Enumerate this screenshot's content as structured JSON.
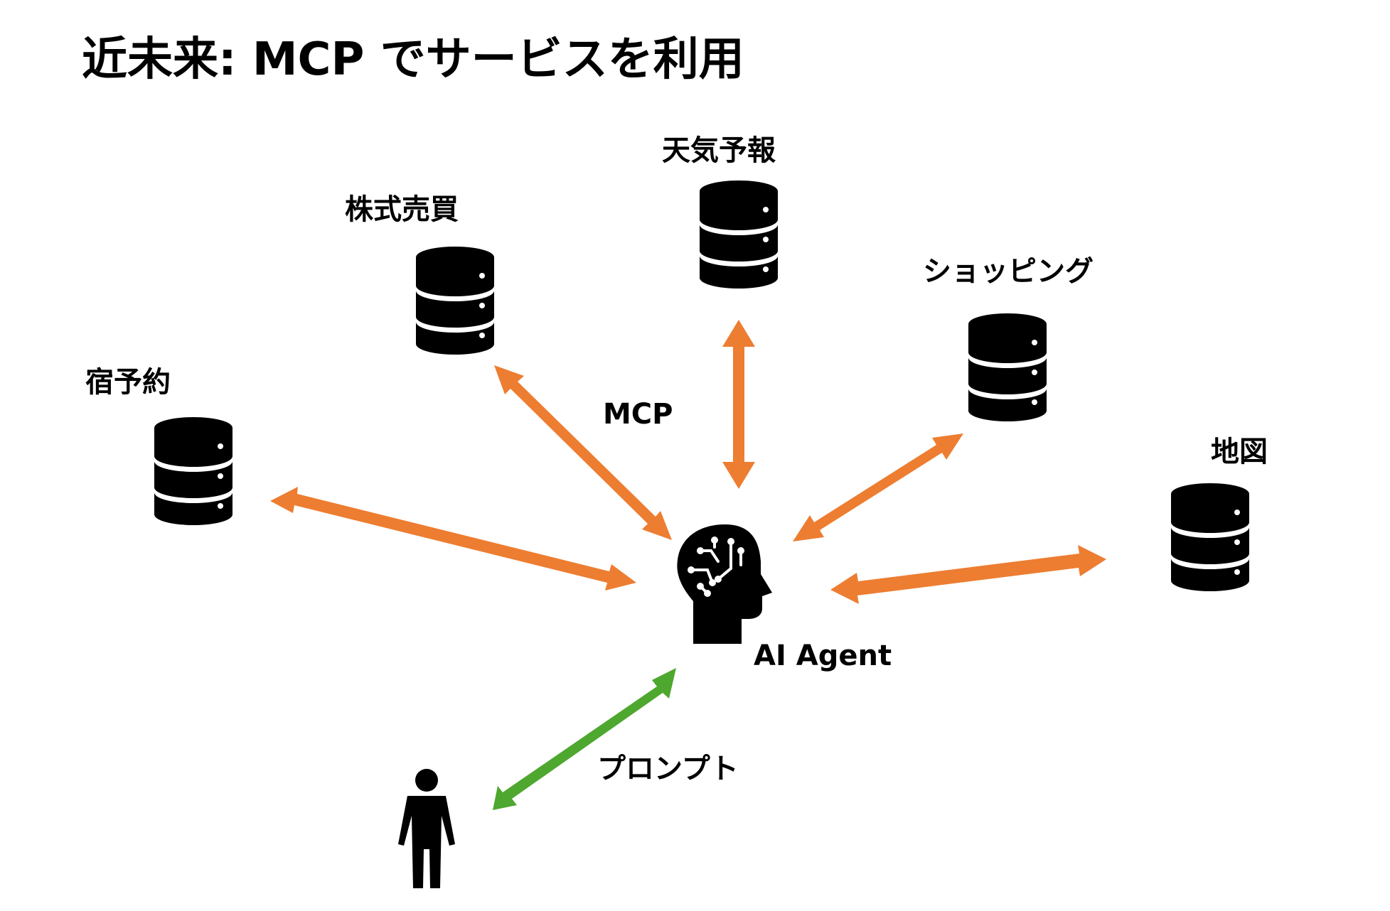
{
  "title": "近未来: MCP でサービスを利用",
  "services": [
    {
      "id": "hotel",
      "label": "宿予約"
    },
    {
      "id": "stock",
      "label": "株式売買"
    },
    {
      "id": "weather",
      "label": "天気予報"
    },
    {
      "id": "shopping",
      "label": "ショッピング"
    },
    {
      "id": "map",
      "label": "地図"
    }
  ],
  "protocol_label": "MCP",
  "agent_label": "AI Agent",
  "prompt_label": "プロンプト",
  "colors": {
    "mcp_arrow": "#ED7D31",
    "prompt_arrow": "#4EA72E",
    "icon": "#000000"
  },
  "icons": {
    "service": "database-icon",
    "agent": "ai-head-icon",
    "user": "person-icon"
  }
}
